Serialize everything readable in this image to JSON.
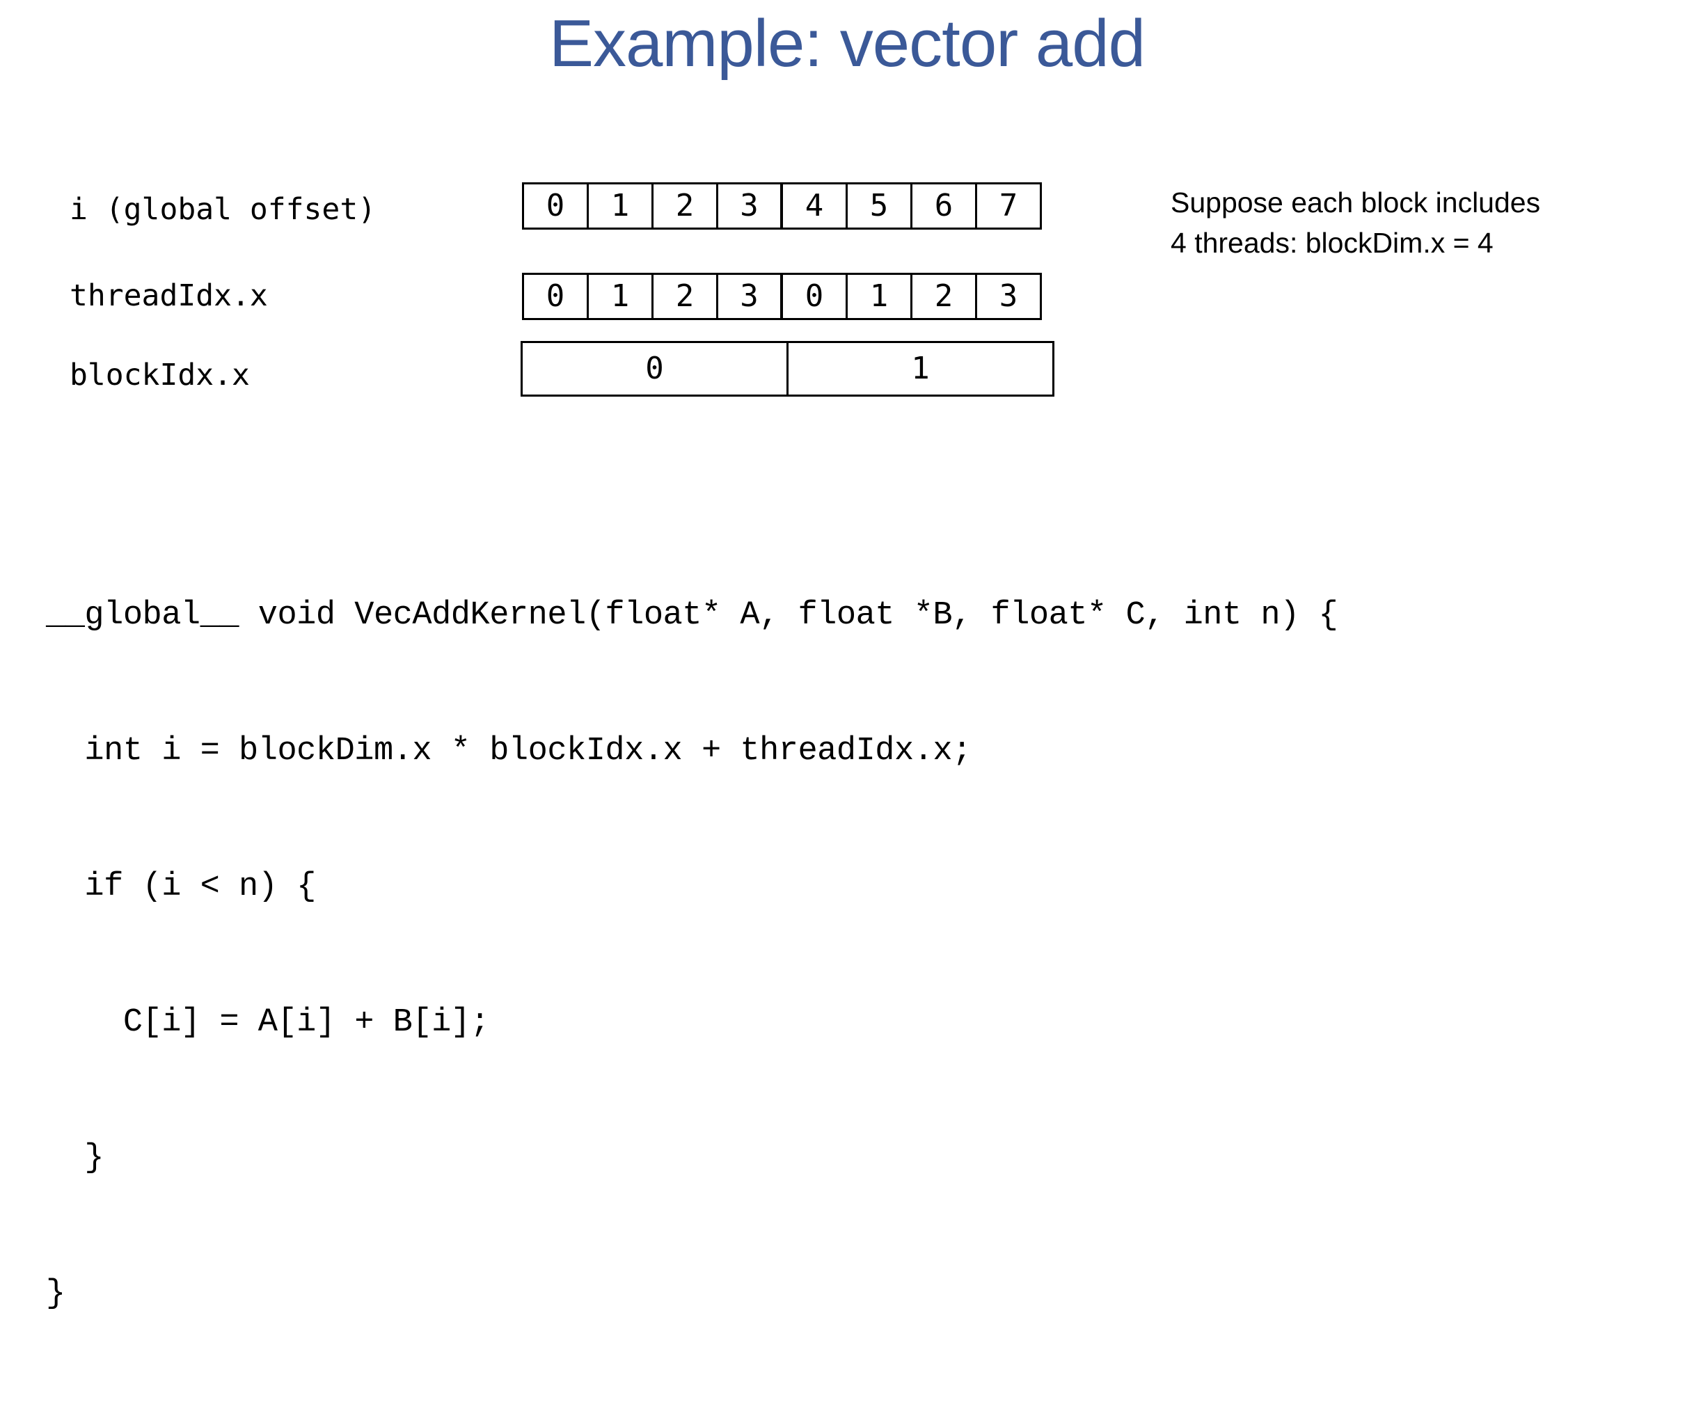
{
  "slide": {
    "title": "Example: vector add",
    "title_color": "#3b5998",
    "background_color": "#ffffff",
    "text_color": "#000000"
  },
  "diagram": {
    "rows": [
      {
        "label": "i (global offset)",
        "cells": [
          "0",
          "1",
          "2",
          "3",
          "4",
          "5",
          "6",
          "7"
        ],
        "block_boundary_after_index": 3
      },
      {
        "label": "threadIdx.x",
        "cells": [
          "0",
          "1",
          "2",
          "3",
          "0",
          "1",
          "2",
          "3"
        ],
        "block_boundary_after_index": 3
      },
      {
        "label": "blockIdx.x",
        "cells": [
          "0",
          "1"
        ],
        "block_boundary_after_index": 0
      }
    ]
  },
  "note": {
    "line1": "Suppose each block includes",
    "line2": "4 threads: blockDim.x = 4"
  },
  "code": {
    "lines": [
      "__global__ void VecAddKernel(float* A, float *B, float* C, int n) {",
      "  int i = blockDim.x * blockIdx.x + threadIdx.x;",
      "  if (i < n) {",
      "    C[i] = A[i] + B[i];",
      "  }",
      "}"
    ]
  }
}
